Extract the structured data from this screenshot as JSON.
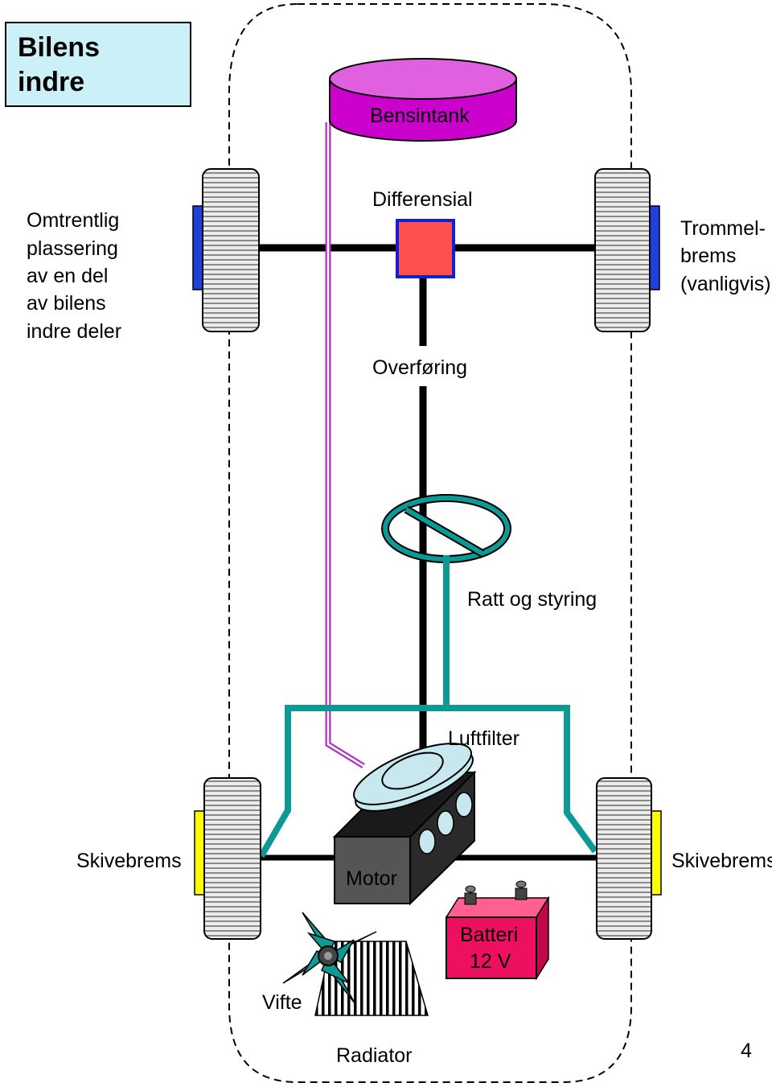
{
  "title": {
    "line1": "Bilens",
    "line2": "indre"
  },
  "side_note": [
    "Omtrentlig",
    "plassering",
    "av en del",
    "av bilens",
    "indre deler"
  ],
  "labels": {
    "fuel_tank": "Bensintank",
    "differential": "Differensial",
    "transmission": "Overføring",
    "drum_brake": [
      "Trommel-",
      "brems",
      "(vanligvis)"
    ],
    "steering": "Ratt og styring",
    "air_filter": "Luftfilter",
    "disc_brake_left": "Skivebrems",
    "disc_brake_right": "Skivebrems",
    "engine": "Motor",
    "battery": [
      "Batteri",
      "12 V"
    ],
    "fan": "Vifte",
    "radiator": "Radiator"
  },
  "page_number": "4",
  "colors": {
    "title_box": "#ccf0f7",
    "fuel_tank": "#cc00cc",
    "fuel_tank_top": "#e060e0",
    "differential": "#ff5050",
    "differential_border": "#1020d0",
    "drum_brake": "#2040dd",
    "disc_brake": "#ffff00",
    "steering": "#0d9a96",
    "fuel_line": "#b030c0",
    "battery": "#ee1060",
    "engine_front": "#555555",
    "air_filter": "#c8e8f0",
    "tire": "#e8e8e8"
  }
}
